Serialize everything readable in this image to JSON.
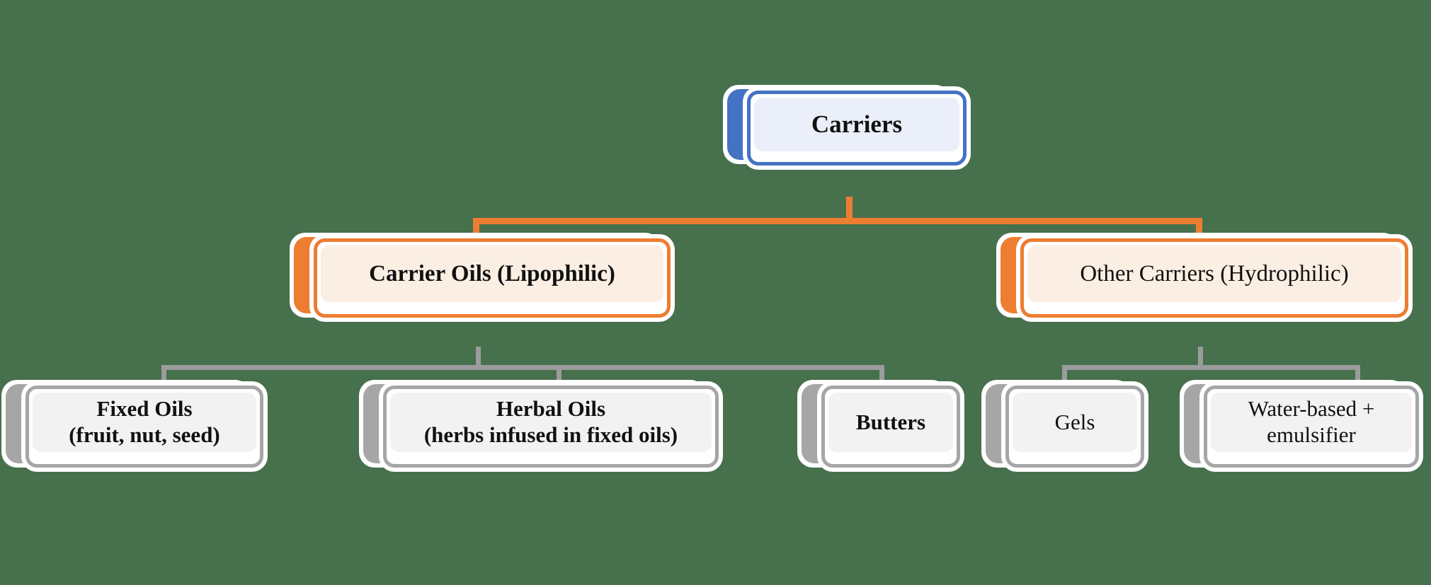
{
  "diagram": {
    "title": "Carriers",
    "type": "hierarchy-tree",
    "background_color": "#47704D",
    "palette": {
      "root_accent": "#4472C4",
      "root_fill": "#EAEFF9",
      "branch_accent": "#ED7D31",
      "branch_fill": "#FBEEE3",
      "leaf_accent": "#A6A6A6",
      "leaf_fill": "#F2F2F2",
      "panel": "#FFFFFF",
      "text": "#111111",
      "connector_root": "#ED7D31",
      "connector_leaf": "#9C9C9C"
    },
    "nodes": {
      "root": {
        "label": "Carriers",
        "level": "root",
        "weight": "bold"
      },
      "branch_left": {
        "label": "Carrier Oils (Lipophilic)",
        "level": "branch",
        "weight": "bold"
      },
      "branch_right": {
        "label": "Other Carriers (Hydrophilic)",
        "level": "branch",
        "weight": "normal"
      },
      "leaf_fixed_oils": {
        "label": "Fixed Oils\n(fruit, nut, seed)",
        "level": "leaf",
        "weight": "bold"
      },
      "leaf_herbal_oils": {
        "label": "Herbal Oils\n(herbs infused in fixed oils)",
        "level": "leaf",
        "weight": "bold"
      },
      "leaf_butters": {
        "label": "Butters",
        "level": "leaf",
        "weight": "bold"
      },
      "leaf_gels": {
        "label": "Gels",
        "level": "leaf",
        "weight": "normal"
      },
      "leaf_water_based": {
        "label": "Water-based +\nemulsifier",
        "level": "leaf",
        "weight": "normal"
      }
    },
    "edges": [
      {
        "from": "root",
        "to": "branch_left",
        "color": "#ED7D31"
      },
      {
        "from": "root",
        "to": "branch_right",
        "color": "#ED7D31"
      },
      {
        "from": "branch_left",
        "to": "leaf_fixed_oils",
        "color": "#9C9C9C"
      },
      {
        "from": "branch_left",
        "to": "leaf_herbal_oils",
        "color": "#9C9C9C"
      },
      {
        "from": "branch_left",
        "to": "leaf_butters",
        "color": "#9C9C9C"
      },
      {
        "from": "branch_right",
        "to": "leaf_gels",
        "color": "#9C9C9C"
      },
      {
        "from": "branch_right",
        "to": "leaf_water_based",
        "color": "#9C9C9C"
      }
    ]
  }
}
